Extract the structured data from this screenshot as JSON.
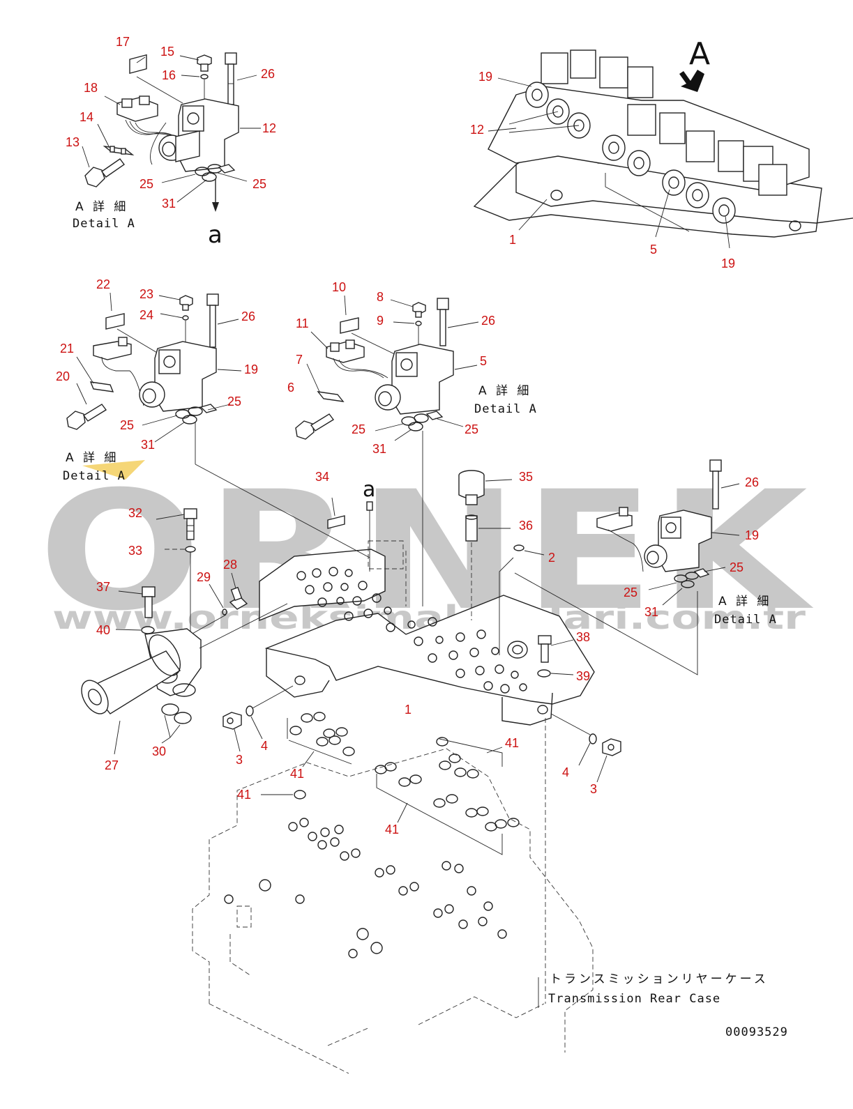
{
  "colors": {
    "callout": "#cc1111",
    "line": "#222222",
    "watermark": "#c8c8c8"
  },
  "watermark": {
    "logo": "ORNEK",
    "url": "www.orneksimakinalari.com.tr"
  },
  "drawing_number": "00093529",
  "detail_letter_A": "A",
  "detail_letter_a": "a",
  "detail_labels": {
    "jp": "A 詳 細",
    "en": "Detail A"
  },
  "rear_case": {
    "jp": "トランスミッションリヤーケース",
    "en": "Transmission Rear Case"
  },
  "callouts": {
    "c17": "17",
    "c15": "15",
    "c16": "16",
    "c26a": "26",
    "c18": "18",
    "c14": "14",
    "c13": "13",
    "c12a": "12",
    "c25a": "25",
    "c25b": "25",
    "c31a": "31",
    "c19a": "19",
    "c12b": "12",
    "c1a": "1",
    "c5a": "5",
    "c19b": "19",
    "c22": "22",
    "c23": "23",
    "c24": "24",
    "c26b": "26",
    "c21": "21",
    "c20": "20",
    "c19c": "19",
    "c25c": "25",
    "c25d": "25",
    "c31b": "31",
    "c10": "10",
    "c8": "8",
    "c9": "9",
    "c26c": "26",
    "c11": "11",
    "c7": "7",
    "c6": "6",
    "c5b": "5",
    "c25e": "25",
    "c25f": "25",
    "c31c": "31",
    "c34": "34",
    "c35": "35",
    "c36": "36",
    "c2": "2",
    "c26d": "26",
    "c19d": "19",
    "c25g": "25",
    "c25h": "25",
    "c31d": "31",
    "c32": "32",
    "c33": "33",
    "c28": "28",
    "c29": "29",
    "c37": "37",
    "c40": "40",
    "c38": "38",
    "c39": "39",
    "c1b": "1",
    "c27": "27",
    "c30": "30",
    "c3a": "3",
    "c4a": "4",
    "c41a": "41",
    "c41b": "41",
    "c41c": "41",
    "c41d": "41",
    "c4b": "4",
    "c3b": "3"
  }
}
